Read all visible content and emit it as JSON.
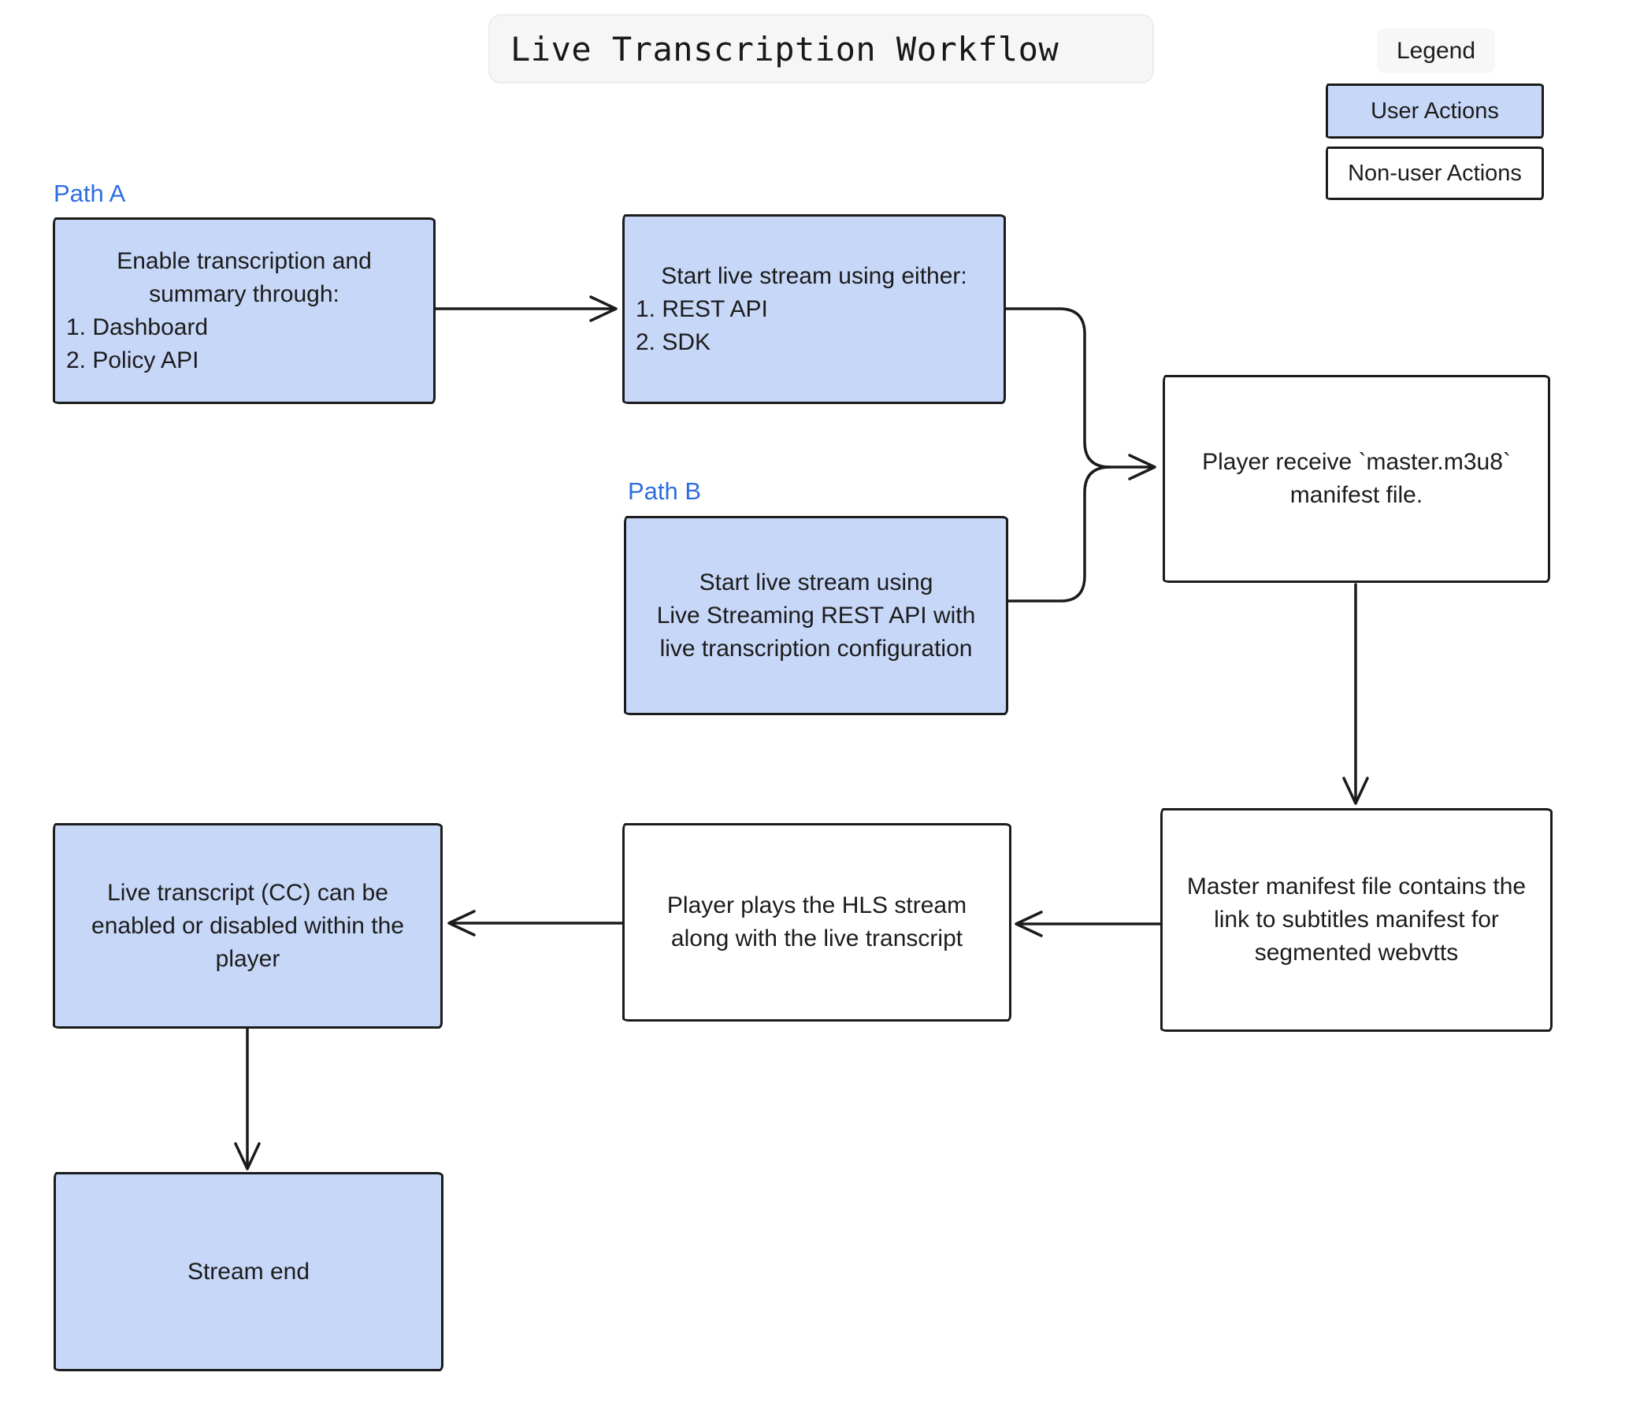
{
  "title": "Live Transcription Workflow",
  "legend": {
    "label": "Legend",
    "items": [
      {
        "label": "User Actions",
        "style": "user-action"
      },
      {
        "label": "Non-user Actions",
        "style": "non-user-action"
      }
    ]
  },
  "path_labels": {
    "a": "Path A",
    "b": "Path B"
  },
  "nodes": {
    "enable_transcription": {
      "type": "user-action",
      "heading": "Enable transcription and\nsummary through:",
      "items": [
        "1. Dashboard",
        "2. Policy API"
      ]
    },
    "start_stream_either": {
      "type": "user-action",
      "heading": "Start live stream using either:",
      "items": [
        "1. REST API",
        "2. SDK"
      ]
    },
    "start_stream_rest_api": {
      "type": "user-action",
      "text": "Start live stream using\nLive Streaming REST API with\nlive transcription configuration"
    },
    "player_receive_manifest": {
      "type": "non-user-action",
      "text": "Player receive `master.m3u8`\nmanifest file."
    },
    "master_manifest_links": {
      "type": "non-user-action",
      "text": "Master manifest file contains the\nlink to subtitles manifest for\nsegmented webvtts"
    },
    "player_plays_stream": {
      "type": "non-user-action",
      "text": "Player plays the HLS stream\nalong with the live transcript"
    },
    "cc_toggle": {
      "type": "user-action",
      "text": "Live transcript (CC) can be\nenabled or disabled within the\nplayer"
    },
    "stream_end": {
      "type": "user-action",
      "text": "Stream end"
    }
  },
  "colors": {
    "user_action_fill": "#c7d7f8",
    "non_user_action_fill": "#ffffff",
    "stroke": "#1b1b1b",
    "path_label_blue": "#2e6ee0",
    "title_bg": "#f6f6f6"
  }
}
